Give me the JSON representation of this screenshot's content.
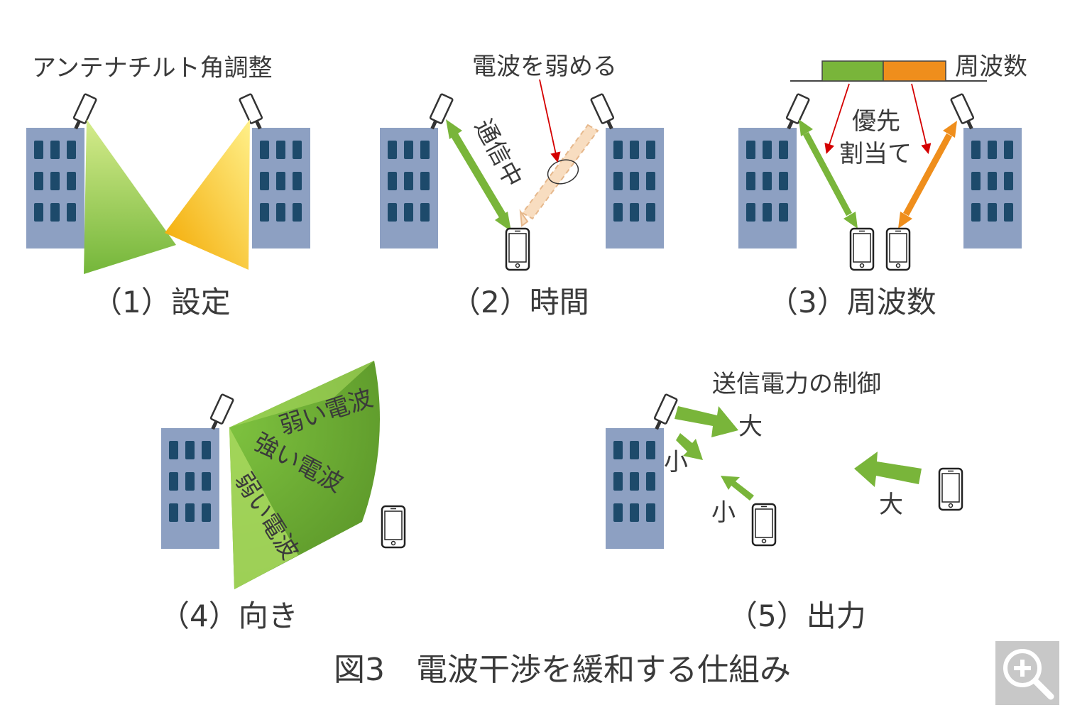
{
  "panels": {
    "p1": {
      "caption": "（1）設定",
      "label": "アンテナチルト角調整"
    },
    "p2": {
      "caption": "（2）時間",
      "label_top": "電波を弱める",
      "label_link": "通信中"
    },
    "p3": {
      "caption": "（3）周波数",
      "label_band": "周波数",
      "label_priority_1": "優先",
      "label_priority_2": "割当て"
    },
    "p4": {
      "caption": "（4）向き",
      "wave_weak_1": "弱い電波",
      "wave_strong": "強い電波",
      "wave_weak_2": "弱い電波"
    },
    "p5": {
      "caption": "（5）出力",
      "label_title": "送信電力の制御",
      "big_1": "大",
      "small_1": "小",
      "small_2": "小",
      "big_2": "大"
    }
  },
  "figure_caption": "図3　電波干渉を緩和する仕組み",
  "colors": {
    "building": "#8da0c2",
    "window": "#1d4a6b",
    "green": "#79b53a",
    "orange": "#ef8e1c",
    "yellow": "#f5b800",
    "red": "#d40000"
  },
  "icons": {
    "zoom": "zoom-in-icon",
    "antenna": "antenna-icon",
    "phone": "smartphone-icon"
  }
}
